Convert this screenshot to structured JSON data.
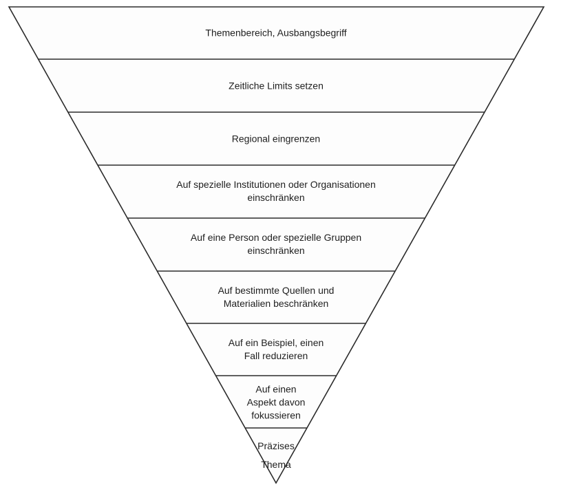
{
  "diagram": {
    "type": "inverted-funnel",
    "levels": [
      {
        "lines": [
          "Themenbereich, Ausbangsbegriff"
        ]
      },
      {
        "lines": [
          "Zeitliche Limits setzen"
        ]
      },
      {
        "lines": [
          "Regional eingrenzen"
        ]
      },
      {
        "lines": [
          "Auf spezielle Institutionen oder Organisationen",
          "einschränken"
        ]
      },
      {
        "lines": [
          "Auf eine Person oder spezielle Gruppen",
          "einschränken"
        ]
      },
      {
        "lines": [
          "Auf bestimmte Quellen und",
          "Materialien beschränken"
        ]
      },
      {
        "lines": [
          "Auf ein Beispiel, einen",
          "Fall reduzieren"
        ]
      },
      {
        "lines": [
          "Auf einen",
          "Aspekt davon",
          "fokussieren"
        ]
      },
      {
        "lines": [
          "Präzises",
          "Thema"
        ]
      }
    ],
    "colors": {
      "stroke": "#2b2b2b",
      "fill": "#fdfdfd",
      "text": "#1e1e1e"
    }
  }
}
